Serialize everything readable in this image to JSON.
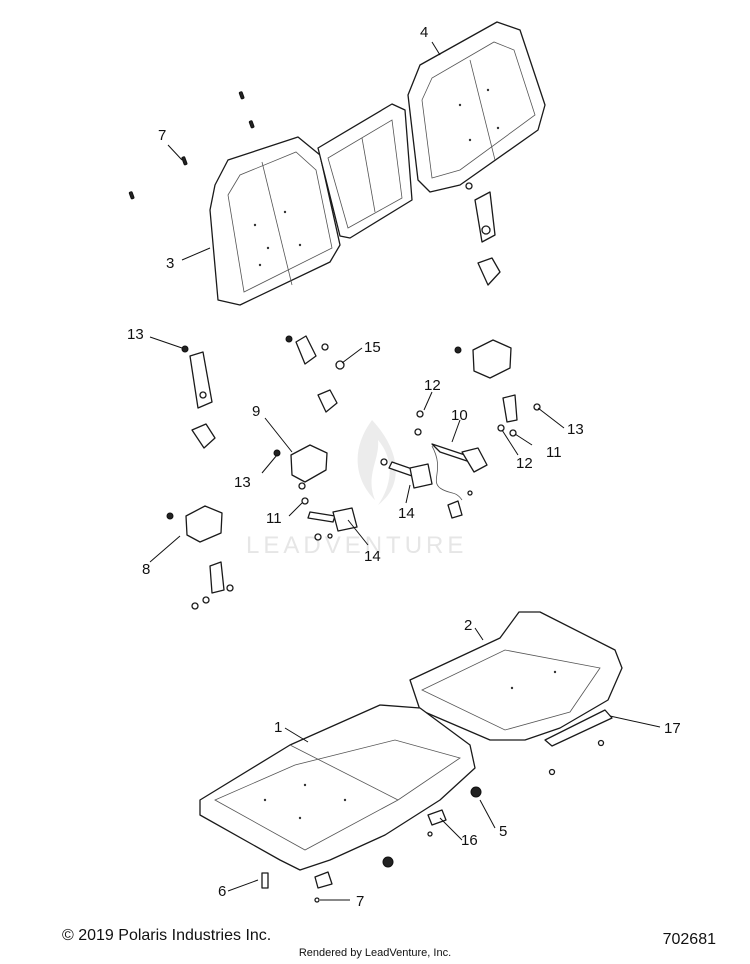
{
  "watermark": {
    "text": "LEADVENTURE"
  },
  "callouts": {
    "c1": "1",
    "c2": "2",
    "c3": "3",
    "c4": "4",
    "c5": "5",
    "c6": "6",
    "c7a": "7",
    "c7b": "7",
    "c8": "8",
    "c9": "9",
    "c10": "10",
    "c11a": "11",
    "c11b": "11",
    "c12a": "12",
    "c12b": "12",
    "c13a": "13",
    "c13b": "13",
    "c13c": "13",
    "c14a": "14",
    "c14b": "14",
    "c15": "15",
    "c16": "16",
    "c17": "17"
  },
  "footer": {
    "copyright": "© 2019 Polaris Industries Inc.",
    "rendered_by": "Rendered by LeadVenture, Inc.",
    "diagram_id": "702681"
  }
}
